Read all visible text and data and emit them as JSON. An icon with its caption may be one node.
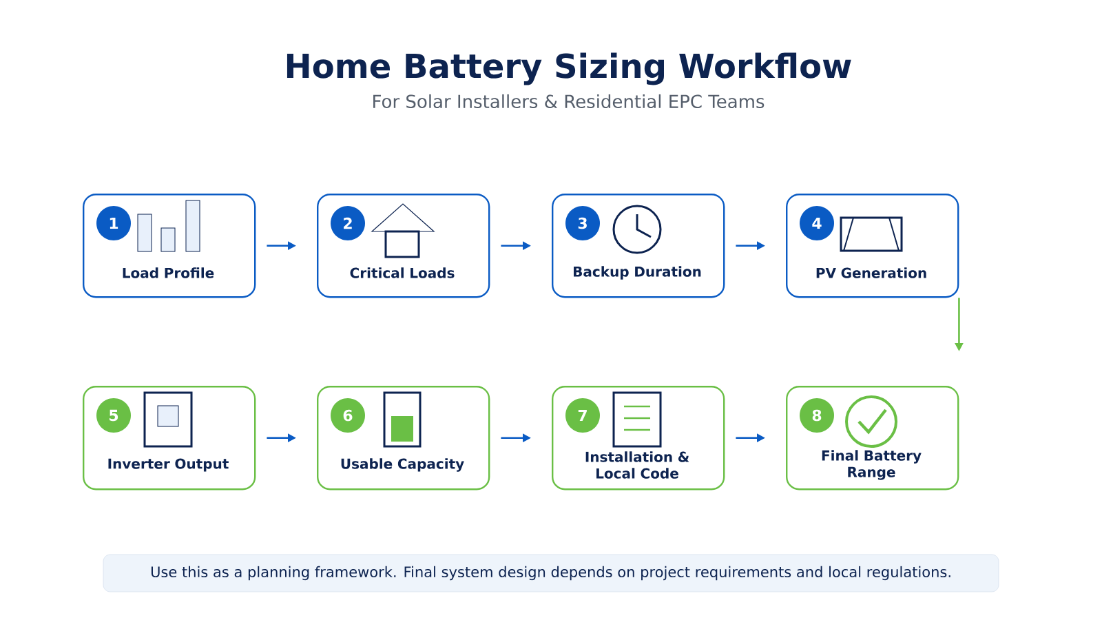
{
  "diagram": {
    "title": "Home Battery Sizing Workflow",
    "nodes": [
      {
        "text": [
          "1",
          "Load Profile"
        ]
      },
      {
        "text": [
          "2",
          "Critical Loads"
        ]
      },
      {
        "text": [
          "3",
          "Backup Duration"
        ]
      },
      {
        "text": [
          "4",
          "PV Generation"
        ]
      },
      {
        "text": [
          "5",
          "Inverter Output"
        ]
      },
      {
        "text": [
          "6",
          "Usable Capacity"
        ]
      },
      {
        "text": [
          "7",
          "Installation & Local Code"
        ]
      },
      {
        "text": [
          "8",
          "Final Battery Range"
        ]
      },
      {
        "text": [
          "Use this as a planning framework. Final system design depends on project requirements and local regulations."
        ]
      }
    ],
    "edges": [
      {
        "from": 0,
        "to": 1,
        "arrow": "to"
      },
      {
        "from": 1,
        "to": 2,
        "arrow": "to"
      },
      {
        "from": 2,
        "to": 3,
        "arrow": "to"
      },
      {
        "from": 3,
        "to": 7,
        "arrow": "to",
        "color": "#6abf45"
      },
      {
        "from": 4,
        "to": 5,
        "arrow": "to"
      },
      {
        "from": 5,
        "to": 6,
        "arrow": "to"
      },
      {
        "from": 6,
        "to": 7,
        "arrow": "to"
      }
    ],
    "labels": [
      "For Solar Installers & Residential EPC Teams"
    ]
  }
}
